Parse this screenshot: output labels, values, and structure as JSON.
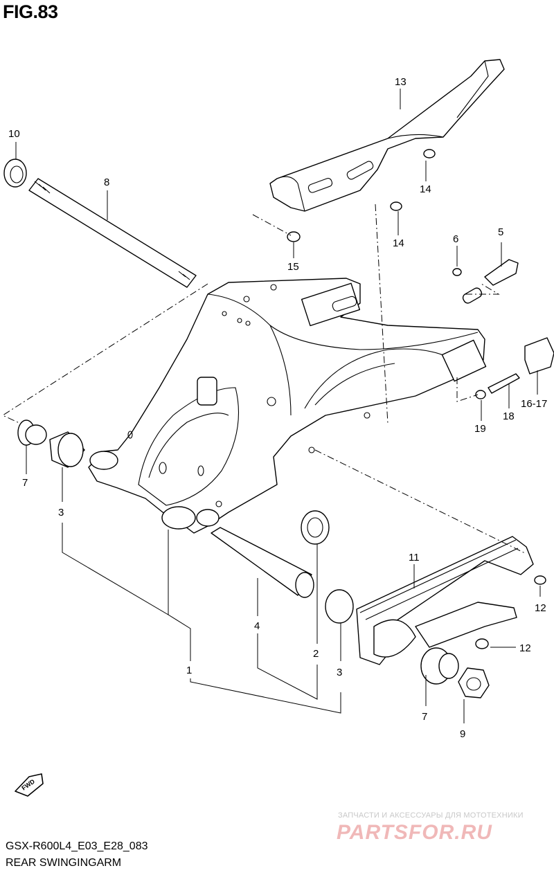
{
  "figure": {
    "title": "FIG.83",
    "model_code": "GSX-R600L4_E03_E28_083",
    "name": "REAR SWINGINGARM"
  },
  "watermark": {
    "caption": "ЗАПЧАСТИ И АКСЕССУАРЫ ДЛЯ МОТОТЕХНИКИ",
    "logo": "PARTSFOR.RU"
  },
  "direction_badge": "FWD",
  "callouts": {
    "c1": "1",
    "c2": "2",
    "c3a": "3",
    "c3b": "3",
    "c4": "4",
    "c5": "5",
    "c6": "6",
    "c7a": "7",
    "c7b": "7",
    "c8": "8",
    "c9": "9",
    "c10": "10",
    "c11": "11",
    "c12a": "12",
    "c12b": "12",
    "c13": "13",
    "c14a": "14",
    "c14b": "14",
    "c15": "15",
    "c1617": "16-17",
    "c18": "18",
    "c19": "19"
  }
}
